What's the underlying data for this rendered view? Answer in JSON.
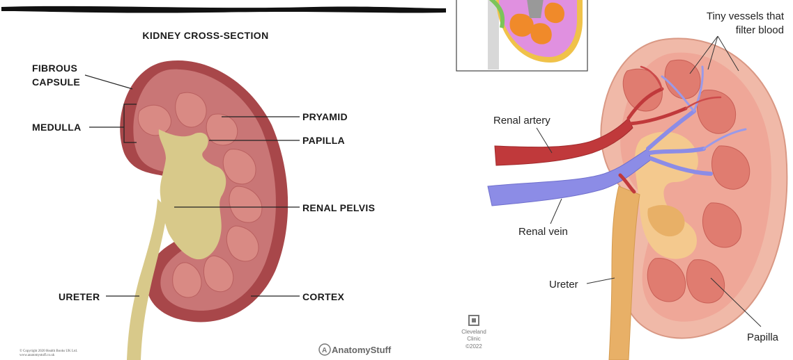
{
  "left_panel": {
    "title": "KIDNEY CROSS-SECTION",
    "labels": {
      "fibrous_capsule_line1": "FIBROUS",
      "fibrous_capsule_line2": "CAPSULE",
      "medulla": "MEDULLA",
      "pyramid": "PRYAMID",
      "papilla": "PAPILLA",
      "renal_pelvis": "RENAL PELVIS",
      "ureter": "URETER",
      "cortex": "CORTEX"
    },
    "copyright_line1": "© Copyright 2020 Health Books UK Ltd.",
    "copyright_line2": "www.anatomystuff.co.uk",
    "logo_text": "AnatomyStuff"
  },
  "right_panel": {
    "labels": {
      "tiny_vessels_line1": "Tiny vessels that",
      "tiny_vessels_line2": "filter blood",
      "renal_artery": "Renal artery",
      "renal_vein": "Renal vein",
      "ureter": "Ureter",
      "papilla": "Papilla"
    },
    "credit_line1": "Cleveland",
    "credit_line2": "Clinic",
    "credit_year": "©2022"
  },
  "colors": {
    "capsule": "#a8474a",
    "cortex": "#c97676",
    "pyramid": "#d98a84",
    "pelvis": "#d8c98a",
    "artery": "#c0393b",
    "vein": "#8c8ce6",
    "ureter_right": "#e8b067"
  }
}
